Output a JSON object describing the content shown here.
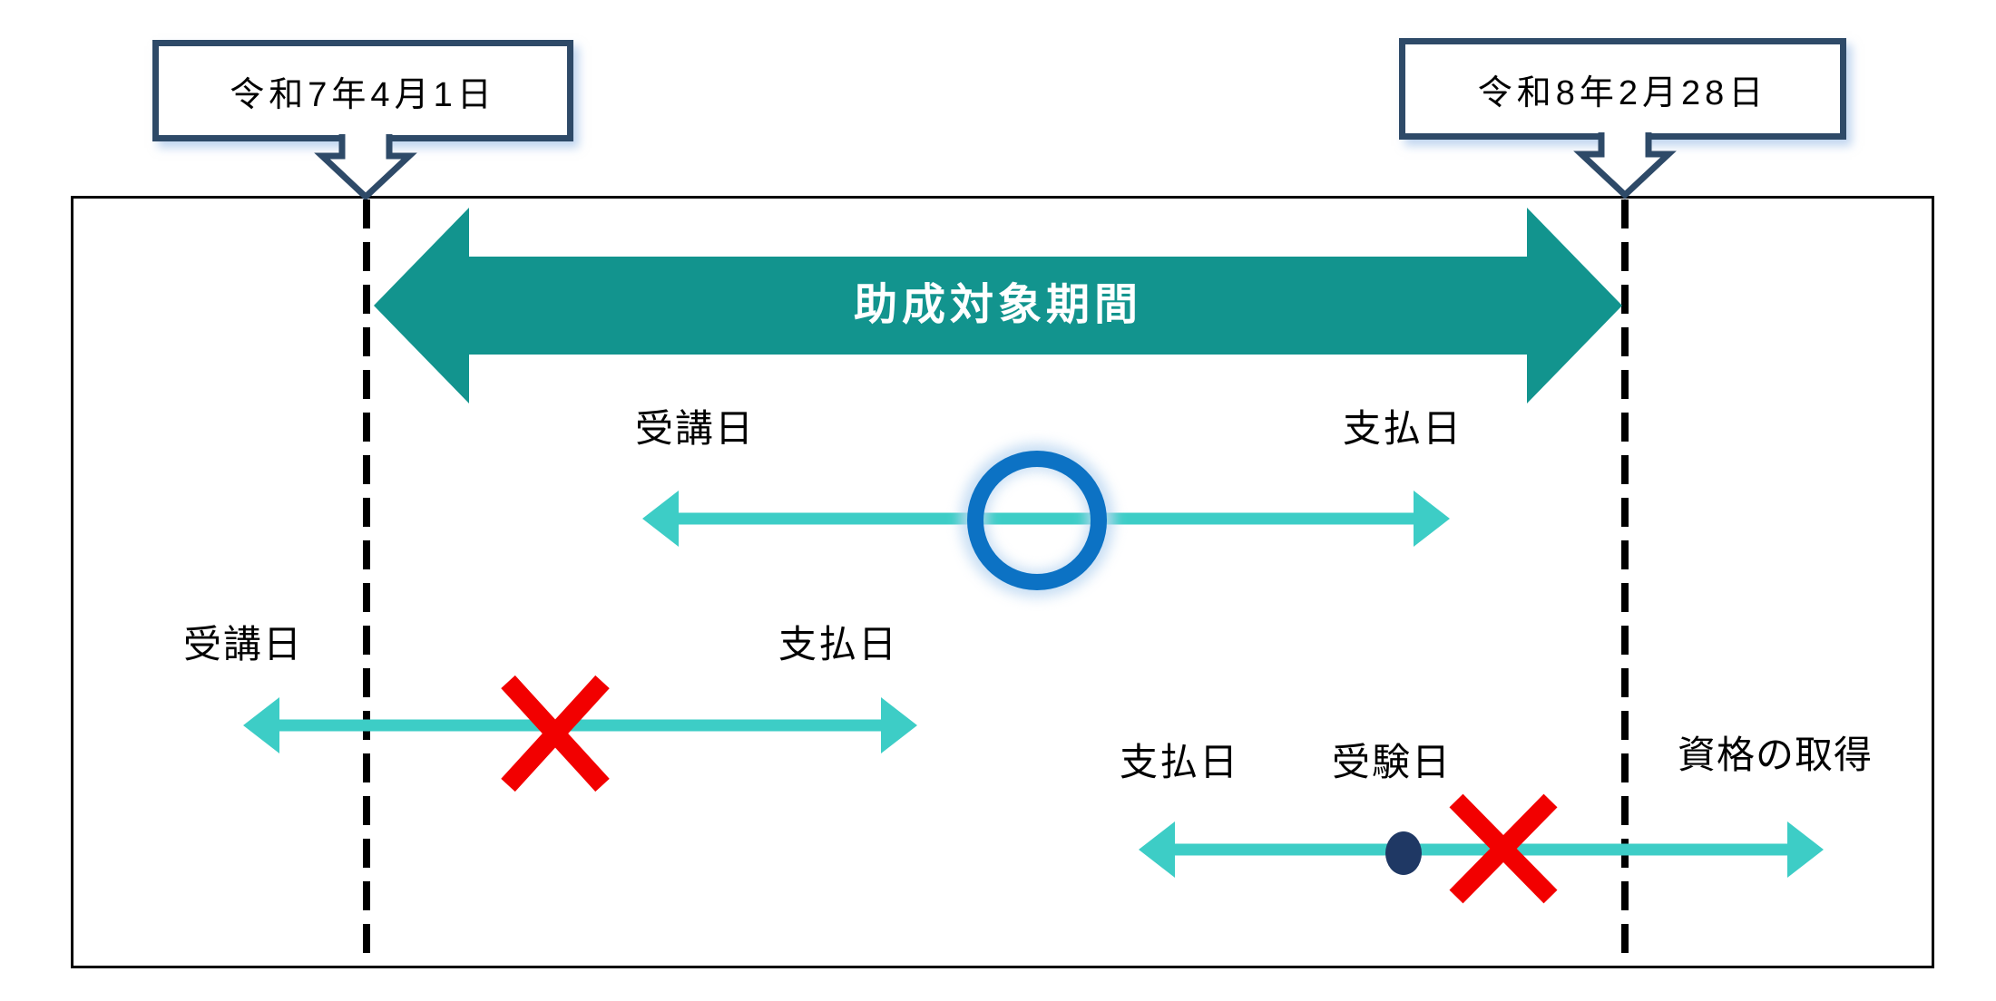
{
  "diagram": {
    "dates": {
      "start": "令和7年4月1日",
      "end": "令和8年2月28日"
    },
    "period_arrow": {
      "label": "助成対象期間"
    },
    "timelines": {
      "case_ok": {
        "left_label": "受講日",
        "right_label": "支払日",
        "mark": "ok-circle"
      },
      "case_ng_payment_after": {
        "left_label": "受講日",
        "right_label": "支払日",
        "mark": "ng-cross"
      },
      "case_ng_qualification": {
        "payment_label": "支払日",
        "exam_label": "受験日",
        "qualification_label": "資格の取得",
        "mark": "ng-cross",
        "dot": "exam-date-dot"
      }
    },
    "icons": {
      "ok": "blue-circle-outline",
      "ng": "red-cross",
      "event_dot": "navy-dot",
      "date_pointer": "down-arrow-callout"
    },
    "colors": {
      "teal": "#12948E",
      "turquoise": "#3DCDC6",
      "circle_blue": "#0C72C4",
      "cross_red": "#F20000",
      "navy_dot": "#1F3864",
      "callout_border": "#2E4A68",
      "black": "#000000"
    }
  }
}
